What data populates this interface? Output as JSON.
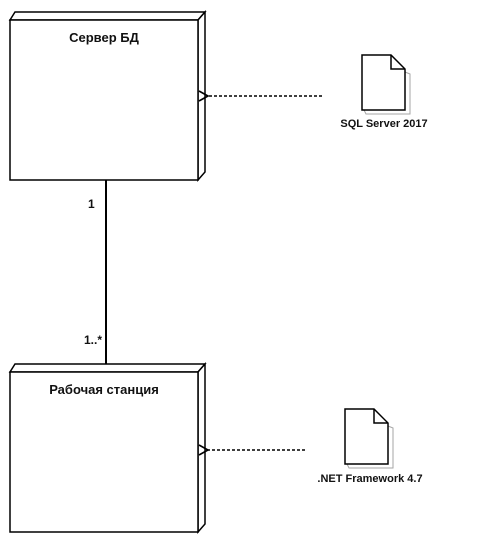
{
  "diagram": {
    "nodes": {
      "db_server": {
        "title": "Сервер БД"
      },
      "workstation": {
        "title": "Рабочая станция"
      }
    },
    "artifacts": {
      "sql_server": {
        "label": "SQL Server 2017",
        "icon": "document-icon"
      },
      "dotnet": {
        "label": ".NET Framework 4.7",
        "icon": "document-icon"
      }
    },
    "association": {
      "source_multiplicity": "1",
      "target_multiplicity": "1..*"
    }
  }
}
